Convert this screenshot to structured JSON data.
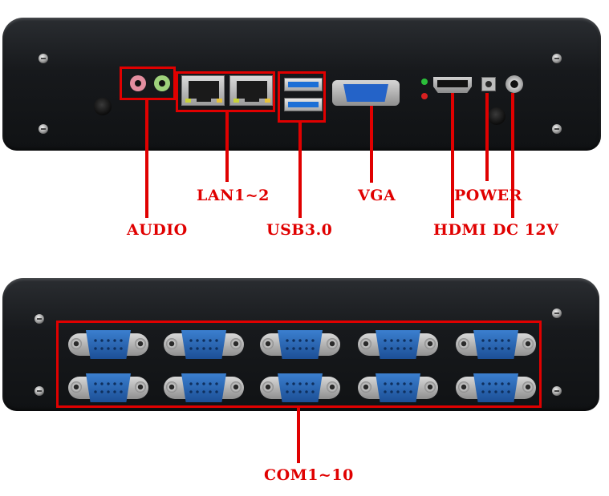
{
  "labels": {
    "audio": "AUDIO",
    "lan": "LAN1~2",
    "usb": "USB3.0",
    "vga": "VGA",
    "power": "POWER",
    "hdmi": "HDMI",
    "dc": "DC 12V",
    "com": "COM1~10"
  },
  "colors": {
    "annotation": "#e00000",
    "chassis": "#15171a",
    "port_blue": "#2463c8"
  }
}
